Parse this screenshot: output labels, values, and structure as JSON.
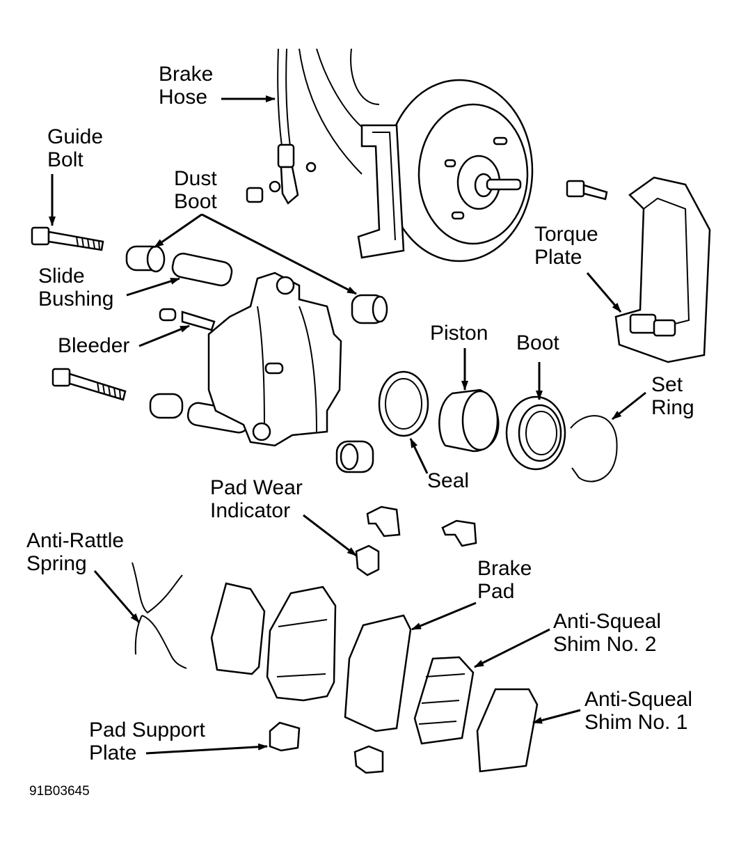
{
  "labels": {
    "brake_hose": "Brake\nHose",
    "guide_bolt": "Guide\nBolt",
    "dust_boot": "Dust\nBoot",
    "torque_plate": "Torque\nPlate",
    "slide_bushing": "Slide\nBushing",
    "bleeder": "Bleeder",
    "piston": "Piston",
    "boot": "Boot",
    "set_ring": "Set\nRing",
    "seal": "Seal",
    "pad_wear_indicator": "Pad Wear\nIndicator",
    "anti_rattle_spring": "Anti-Rattle\nSpring",
    "brake_pad": "Brake\nPad",
    "anti_squeal_shim_2": "Anti-Squeal\nShim No. 2",
    "anti_squeal_shim_1": "Anti-Squeal\nShim No. 1",
    "pad_support_plate": "Pad Support\nPlate"
  },
  "figure_id": "91B03645"
}
